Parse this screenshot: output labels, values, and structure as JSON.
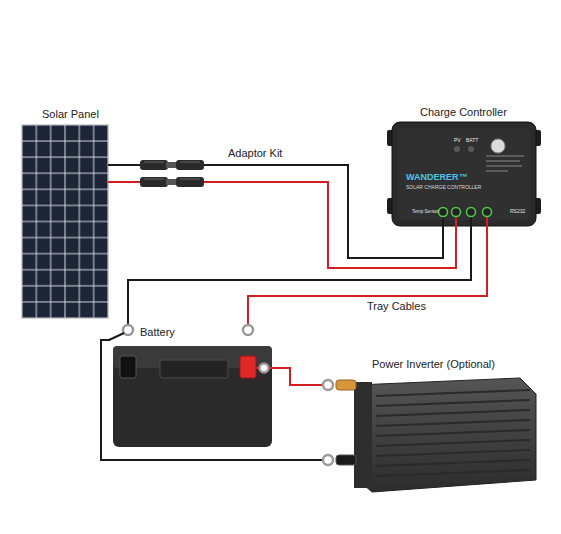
{
  "diagram": {
    "nodes": [
      {
        "text": [
          "Solar Panel"
        ]
      },
      {
        "text": [
          "Charge Controller"
        ]
      },
      {
        "text": [
          "Battery"
        ]
      },
      {
        "text": [
          "Power Inverter (Optional)"
        ]
      }
    ],
    "edges": [
      {
        "from": 0,
        "to": 1,
        "arrow": "none",
        "label": "Adaptor Kit"
      },
      {
        "from": 0,
        "to": 1,
        "arrow": "none"
      },
      {
        "from": 1,
        "to": 2,
        "arrow": "none"
      },
      {
        "from": 1,
        "to": 2,
        "arrow": "none",
        "label": "Tray Cables"
      },
      {
        "from": 2,
        "to": 3,
        "arrow": "none"
      },
      {
        "from": 2,
        "to": 3,
        "arrow": "none"
      }
    ],
    "labels": [
      "PV",
      "BATT",
      "WANDERER™",
      "SOLAR CHARGE CONTROLLER",
      "Temp Sensor",
      "RS232"
    ]
  }
}
